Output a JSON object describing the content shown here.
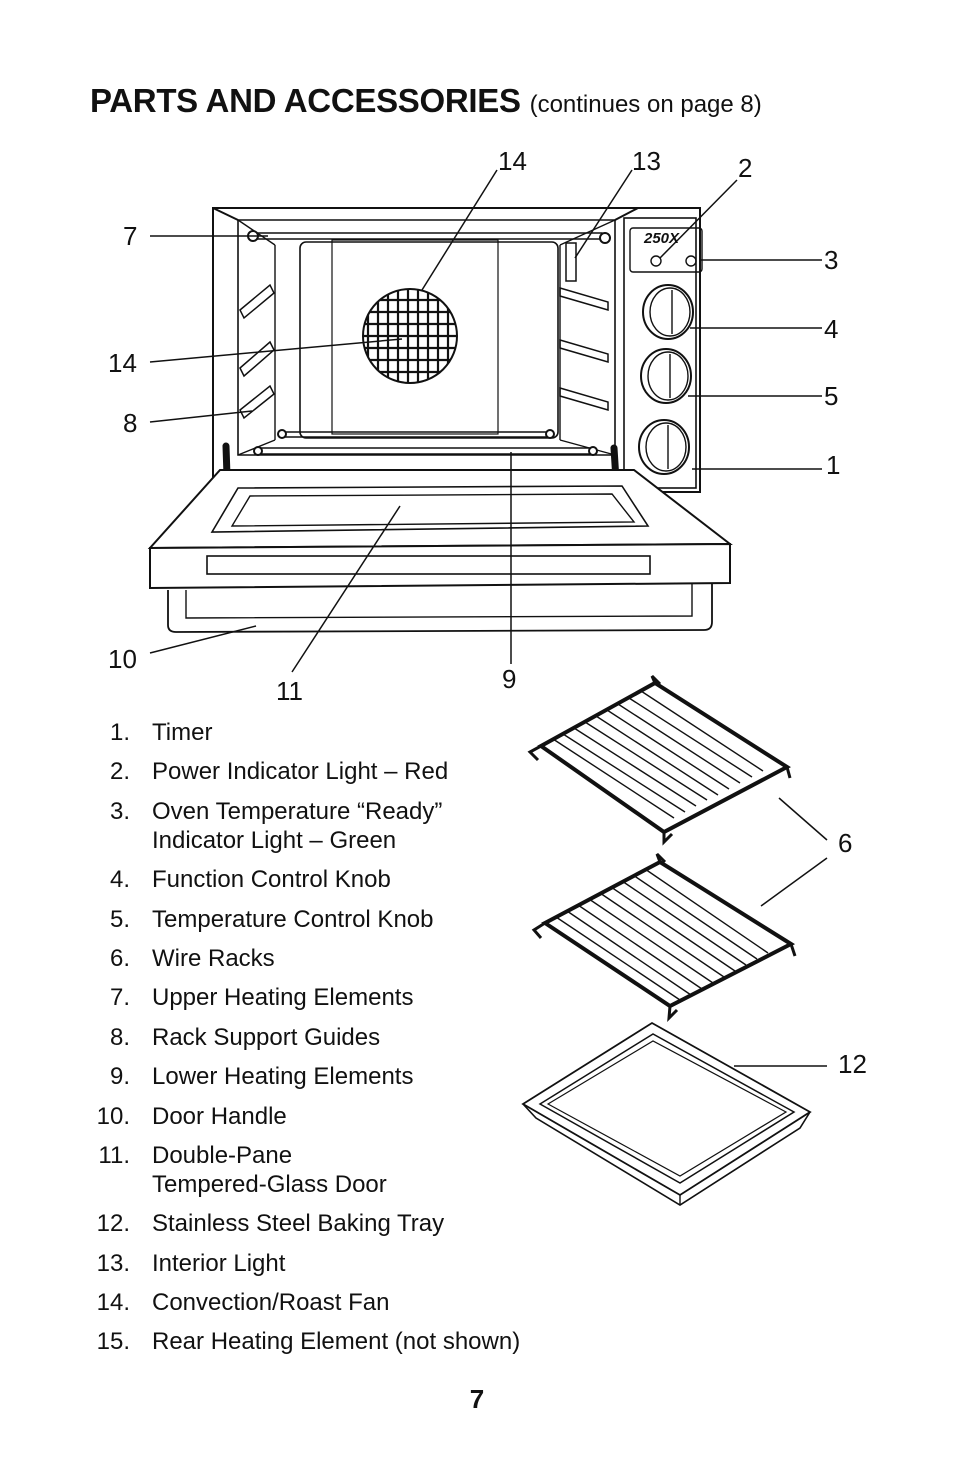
{
  "header": {
    "title": "PARTS AND ACCESSORIES",
    "subtitle": "(continues on page 8)"
  },
  "diagram": {
    "brand_mark": "250X",
    "callouts": [
      "14",
      "13",
      "2",
      "7",
      "3",
      "4",
      "14",
      "5",
      "8",
      "1",
      "10",
      "9",
      "11",
      "6",
      "12"
    ]
  },
  "parts": [
    {
      "num": "1.",
      "lines": [
        "Timer"
      ]
    },
    {
      "num": "2.",
      "lines": [
        "Power Indicator Light – Red"
      ]
    },
    {
      "num": "3.",
      "lines": [
        "Oven Temperature “Ready”",
        "Indicator Light – Green"
      ]
    },
    {
      "num": "4.",
      "lines": [
        "Function Control Knob"
      ]
    },
    {
      "num": "5.",
      "lines": [
        "Temperature Control Knob"
      ]
    },
    {
      "num": "6.",
      "lines": [
        "Wire Racks"
      ]
    },
    {
      "num": "7.",
      "lines": [
        "Upper Heating Elements"
      ]
    },
    {
      "num": "8.",
      "lines": [
        "Rack Support Guides"
      ]
    },
    {
      "num": "9.",
      "lines": [
        "Lower Heating Elements"
      ]
    },
    {
      "num": "10.",
      "lines": [
        "Door Handle"
      ]
    },
    {
      "num": "11.",
      "lines": [
        "Double-Pane",
        "Tempered-Glass Door"
      ]
    },
    {
      "num": "12.",
      "lines": [
        "Stainless Steel Baking Tray"
      ]
    },
    {
      "num": "13.",
      "lines": [
        "Interior Light"
      ]
    },
    {
      "num": "14.",
      "lines": [
        "Convection/Roast Fan"
      ]
    },
    {
      "num": "15.",
      "lines": [
        "Rear Heating Element (not shown)"
      ]
    }
  ],
  "footer": {
    "page_number": "7"
  }
}
